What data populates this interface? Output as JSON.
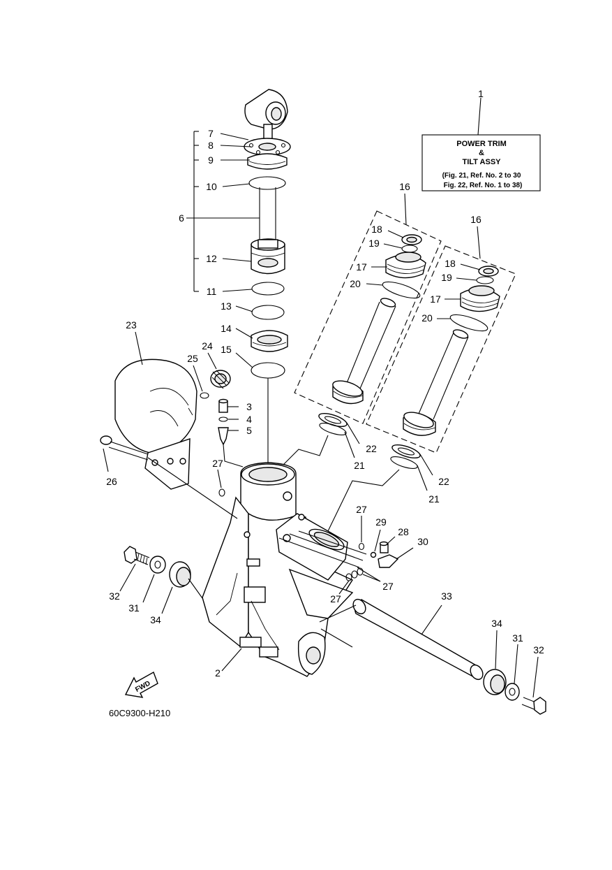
{
  "diagram": {
    "title_box": {
      "line1": "POWER TRIM",
      "line2": "&",
      "line3": "TILT ASSY",
      "ref1": "(Fig. 21, Ref. No. 2 to 30",
      "ref2": "Fig. 22, Ref. No. 1 to 38)"
    },
    "drawing_code": "60C9300-H210",
    "fwd_label": "FWD",
    "callouts": {
      "c1": "1",
      "c2": "2",
      "c3": "3",
      "c4": "4",
      "c5": "5",
      "c6": "6",
      "c7": "7",
      "c8": "8",
      "c9": "9",
      "c10": "10",
      "c11": "11",
      "c12": "12",
      "c13": "13",
      "c14": "14",
      "c15": "15",
      "c16a": "16",
      "c16b": "16",
      "c17a": "17",
      "c17b": "17",
      "c18a": "18",
      "c18b": "18",
      "c19a": "19",
      "c19b": "19",
      "c20a": "20",
      "c20b": "20",
      "c21a": "21",
      "c21b": "21",
      "c22a": "22",
      "c22b": "22",
      "c23": "23",
      "c24": "24",
      "c25": "25",
      "c26": "26",
      "c27a": "27",
      "c27b": "27",
      "c27c": "27",
      "c27d": "27",
      "c28": "28",
      "c29": "29",
      "c30": "30",
      "c31a": "31",
      "c31b": "31",
      "c32a": "32",
      "c32b": "32",
      "c33": "33",
      "c34a": "34",
      "c34b": "34"
    }
  }
}
